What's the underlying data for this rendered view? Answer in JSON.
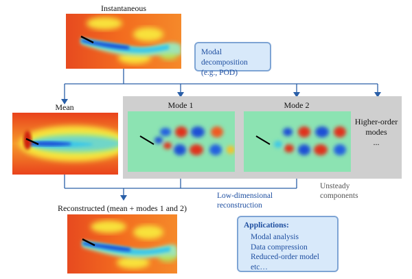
{
  "title_instantaneous": "Instantaneous",
  "modal_box": {
    "line1": "Modal decomposition",
    "line2": "(e.g., POD)"
  },
  "mean_label": "Mean",
  "mode1_label": "Mode 1",
  "mode2_label": "Mode 2",
  "higher_order": {
    "line1": "Higher-order",
    "line2": "modes",
    "line3": "..."
  },
  "unsteady": {
    "line1": "Unsteady",
    "line2": "components"
  },
  "low_dim": {
    "line1": "Low-dimensional",
    "line2": "reconstruction"
  },
  "reconstructed_label": "Reconstructed (mean + modes 1 and 2)",
  "applications": {
    "title": "Applications:",
    "items": [
      "Modal analysis",
      "Data compression",
      "Reduced-order model",
      "etc…"
    ]
  },
  "colors": {
    "accent_blue": "#1f4fa0",
    "arrow_blue": "#2a5fa8",
    "box_fill": "#d8e9fa",
    "box_border": "#7ea4d4",
    "gray_panel": "#cfcfcf"
  }
}
